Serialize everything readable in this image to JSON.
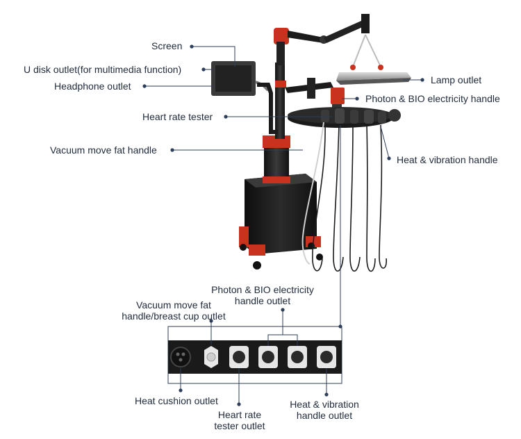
{
  "labels": {
    "screen": "Screen",
    "u_disk": "U disk outlet(for multimedia function)",
    "headphone": "Headphone outlet",
    "heart_rate_tester": "Heart rate tester",
    "vacuum_handle": "Vacuum move fat handle",
    "lamp_outlet": "Lamp outlet",
    "photon_handle": "Photon & BIO electricity handle",
    "heat_vibration_handle": "Heat & vibration handle",
    "photon_outlet_line1": "Photon & BIO electricity",
    "photon_outlet_line2": "handle outlet",
    "vacuum_outlet_line1": "Vacuum move fat",
    "vacuum_outlet_line2": "handle/breast cup outlet",
    "heat_cushion_outlet": "Heat cushion outlet",
    "heart_rate_outlet_line1": "Heart rate",
    "heart_rate_outlet_line2": "tester outlet",
    "heat_vibration_outlet_line1": "Heat & vibration",
    "heat_vibration_outlet_line2": "handle outlet"
  },
  "colors": {
    "text": "#1f2a3a",
    "leader": "#2c3e5a",
    "machine_body": "#1b1b1b",
    "accent_red": "#c8321e",
    "panel": "#1a1a1a"
  },
  "icons": [
    "screen-icon",
    "lamp-icon",
    "handle-icon",
    "connector-icon"
  ]
}
